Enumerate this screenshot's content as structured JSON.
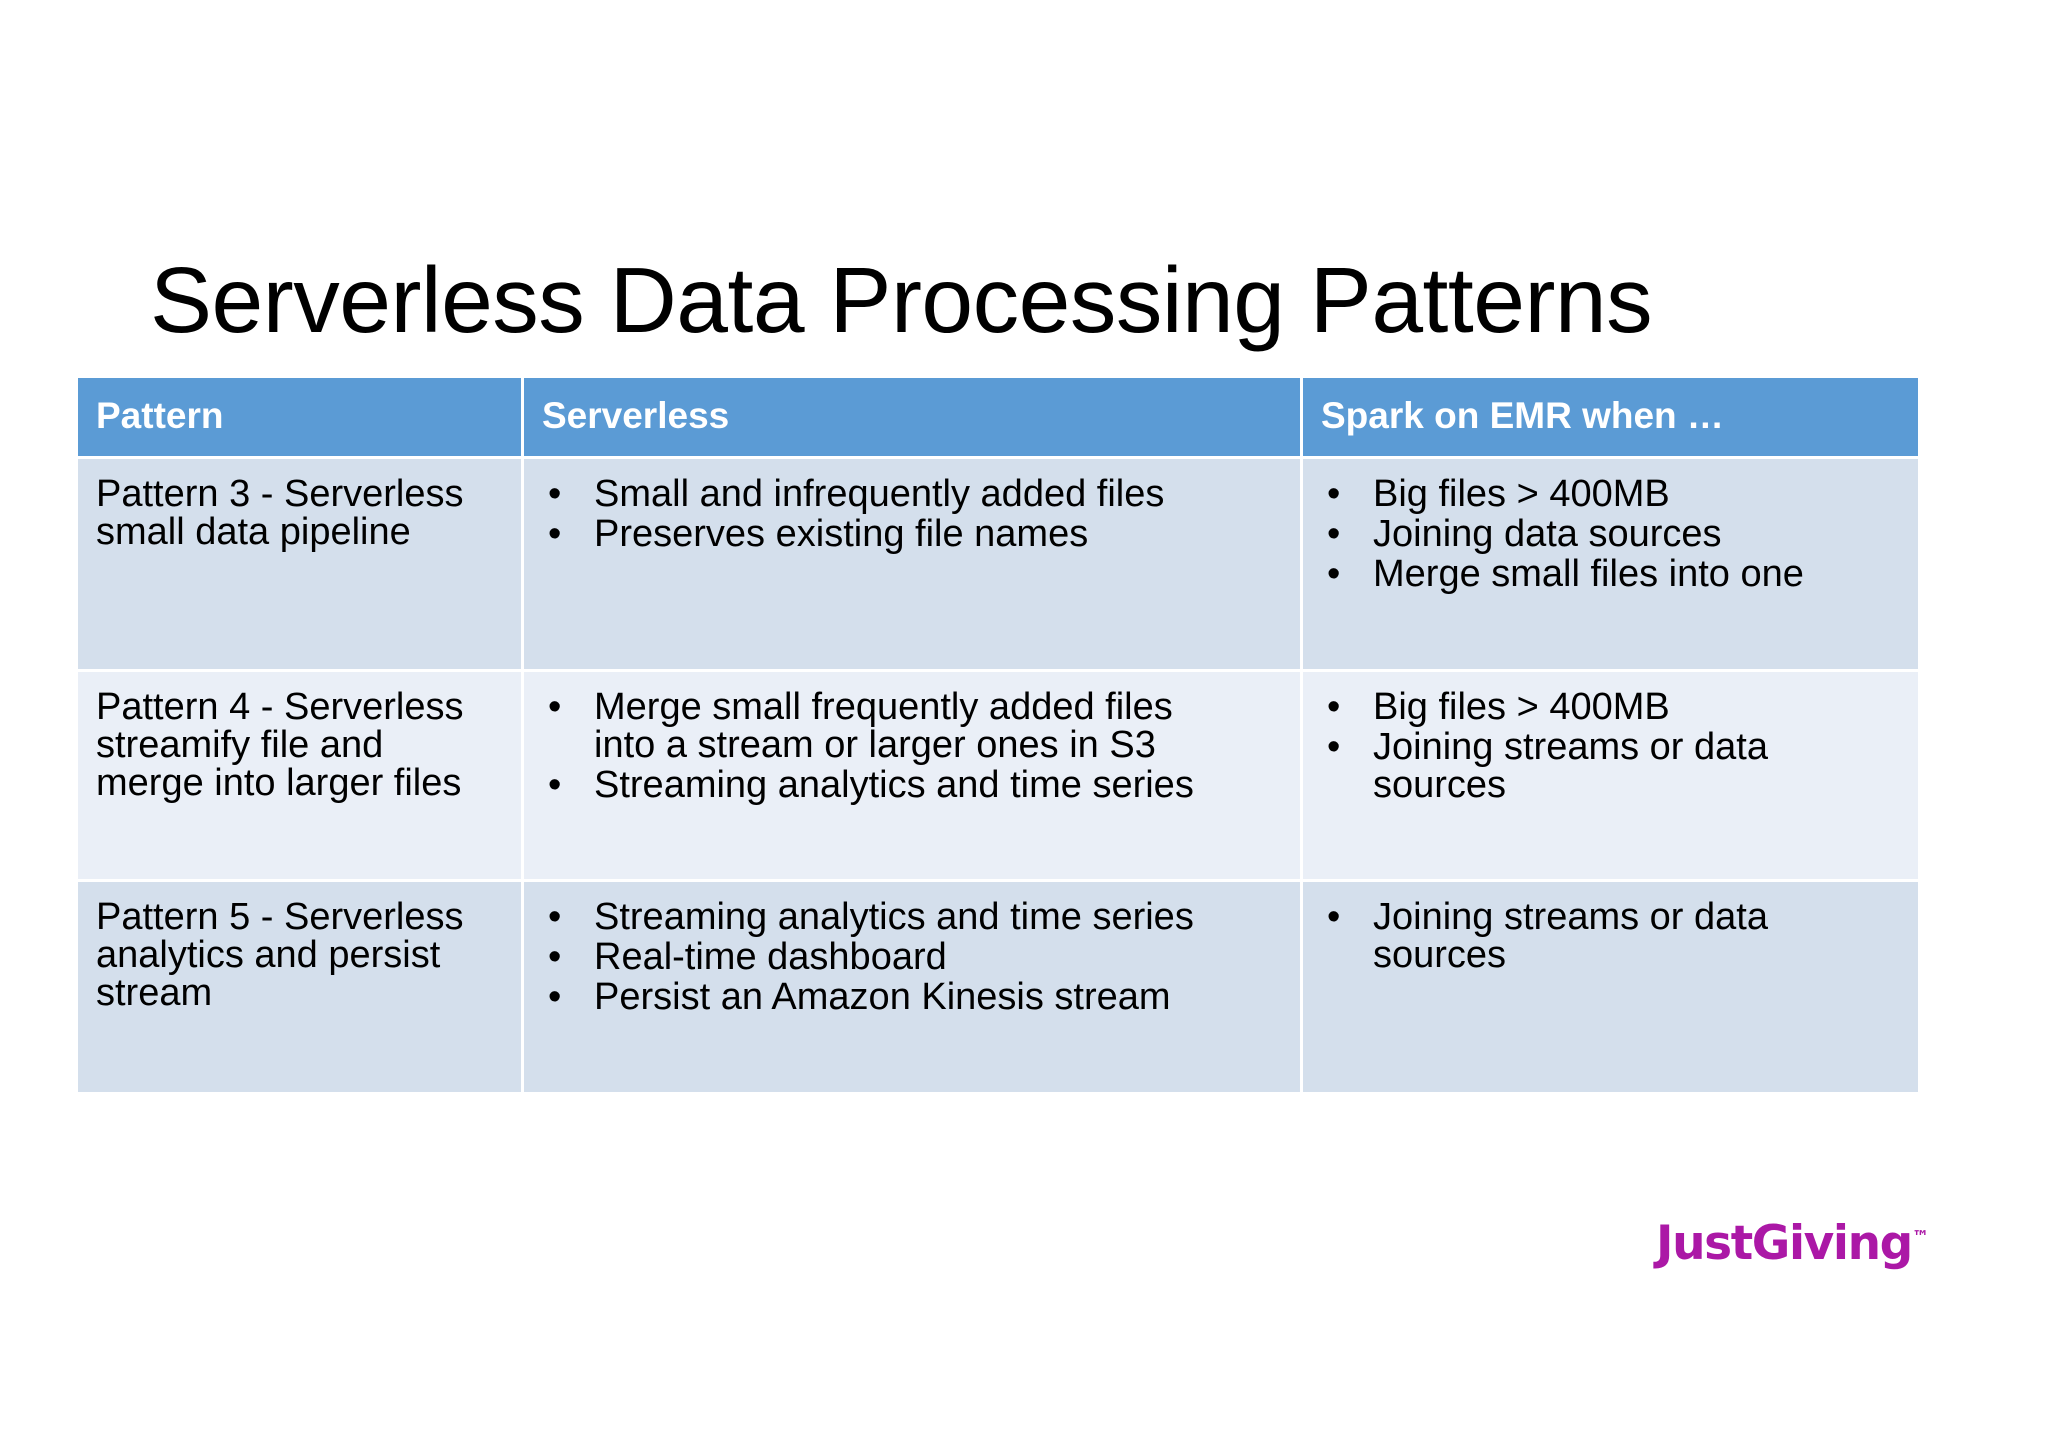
{
  "slide": {
    "title": "Serverless Data Processing Patterns",
    "background_color": "#ffffff"
  },
  "colors": {
    "header_blue": "#5b9bd5",
    "row_shade_dark": "#d4dfec",
    "row_shade_light": "#eaeff7",
    "brand_purple": "#ab18a6",
    "text": "#000000",
    "header_text": "#ffffff"
  },
  "table": {
    "headers": [
      "Pattern",
      "Serverless",
      "Spark on EMR when …"
    ],
    "rows": [
      {
        "pattern": "Pattern 3 - Serverless\nsmall data pipeline",
        "serverless": [
          "Small and infrequently added files",
          "Preserves existing file names"
        ],
        "spark": [
          "Big files > 400MB",
          "Joining data sources",
          "Merge small files into one"
        ]
      },
      {
        "pattern": "Pattern 4 - Serverless\nstreamify file and\nmerge into larger files",
        "serverless": [
          "Merge small frequently added files\ninto a stream or larger ones in S3",
          "Streaming analytics and time series"
        ],
        "spark": [
          "Big files > 400MB",
          "Joining streams or data\nsources"
        ]
      },
      {
        "pattern": "Pattern 5 -  Serverless\nanalytics and persist\nstream",
        "serverless": [
          "Streaming analytics and time series",
          "Real-time dashboard",
          "Persist an Amazon Kinesis stream"
        ],
        "spark": [
          "Joining streams or data\nsources"
        ]
      }
    ]
  },
  "bullet_glyph": "•",
  "brand": {
    "name": "JustGiving",
    "trademark": "™"
  }
}
